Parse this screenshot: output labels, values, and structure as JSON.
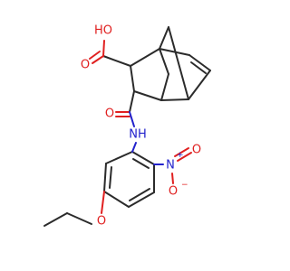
{
  "molecule": {
    "labels": {
      "cooh_oh": "HO",
      "cooh_o": "O",
      "amide_o": "O",
      "amide_nh": "NH",
      "nitro_n": "N",
      "nitro_o_double": "O",
      "nitro_o_minus": "O",
      "ether_o": "O"
    },
    "charges": {
      "nitro_n": "+",
      "nitro_o_minus": "−"
    },
    "colors": {
      "carbon_bond": "#2b2b2b",
      "oxygen": "#e02020",
      "nitrogen": "#2222cc",
      "background": "#ffffff"
    }
  }
}
